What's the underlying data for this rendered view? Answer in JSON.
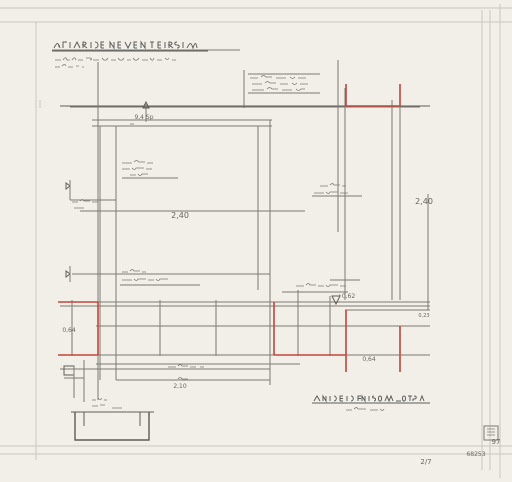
{
  "colors": {
    "paper": "#f2efe9",
    "ink": "#7c7a73",
    "red": "#c0463d"
  },
  "labels": {
    "measure_94": "9,4 Sp",
    "measure_240_center": "2,40",
    "measure_240_right": "2,40",
    "measure_064_left": "0,64",
    "measure_064_bottom": "0,64",
    "measure_210": "2,10",
    "measure_023": "0,23",
    "measure_062": "+0,62"
  },
  "footer": {
    "sheet_number": "97",
    "catalog_number": "68253",
    "page_mark": "2/7"
  }
}
